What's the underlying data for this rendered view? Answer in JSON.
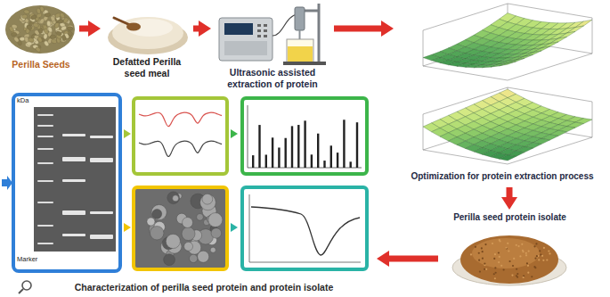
{
  "diagram": {
    "nodes": [
      {
        "text": [
          "Perilla Seeds"
        ]
      },
      {
        "text": [
          "Defatted Perilla seed meal"
        ]
      },
      {
        "text": [
          "Ultrasonic assisted extraction of protein"
        ]
      },
      {
        "text": [
          "Optimization for protein extraction process"
        ]
      },
      {
        "text": [
          "Perilla seed protein isolate"
        ]
      },
      {
        "text": [
          "Characterization of perilla seed protein and protein isolate"
        ]
      }
    ],
    "edges": [
      {
        "from": 0,
        "to": 1,
        "arrow": "to"
      },
      {
        "from": 1,
        "to": 2,
        "arrow": "to"
      },
      {
        "from": 2,
        "to": 3,
        "arrow": "to"
      },
      {
        "from": 3,
        "to": 4,
        "arrow": "to"
      },
      {
        "from": 4,
        "to": 5,
        "arrow": "to"
      }
    ],
    "labels": [
      "kDa",
      "Marker"
    ]
  }
}
